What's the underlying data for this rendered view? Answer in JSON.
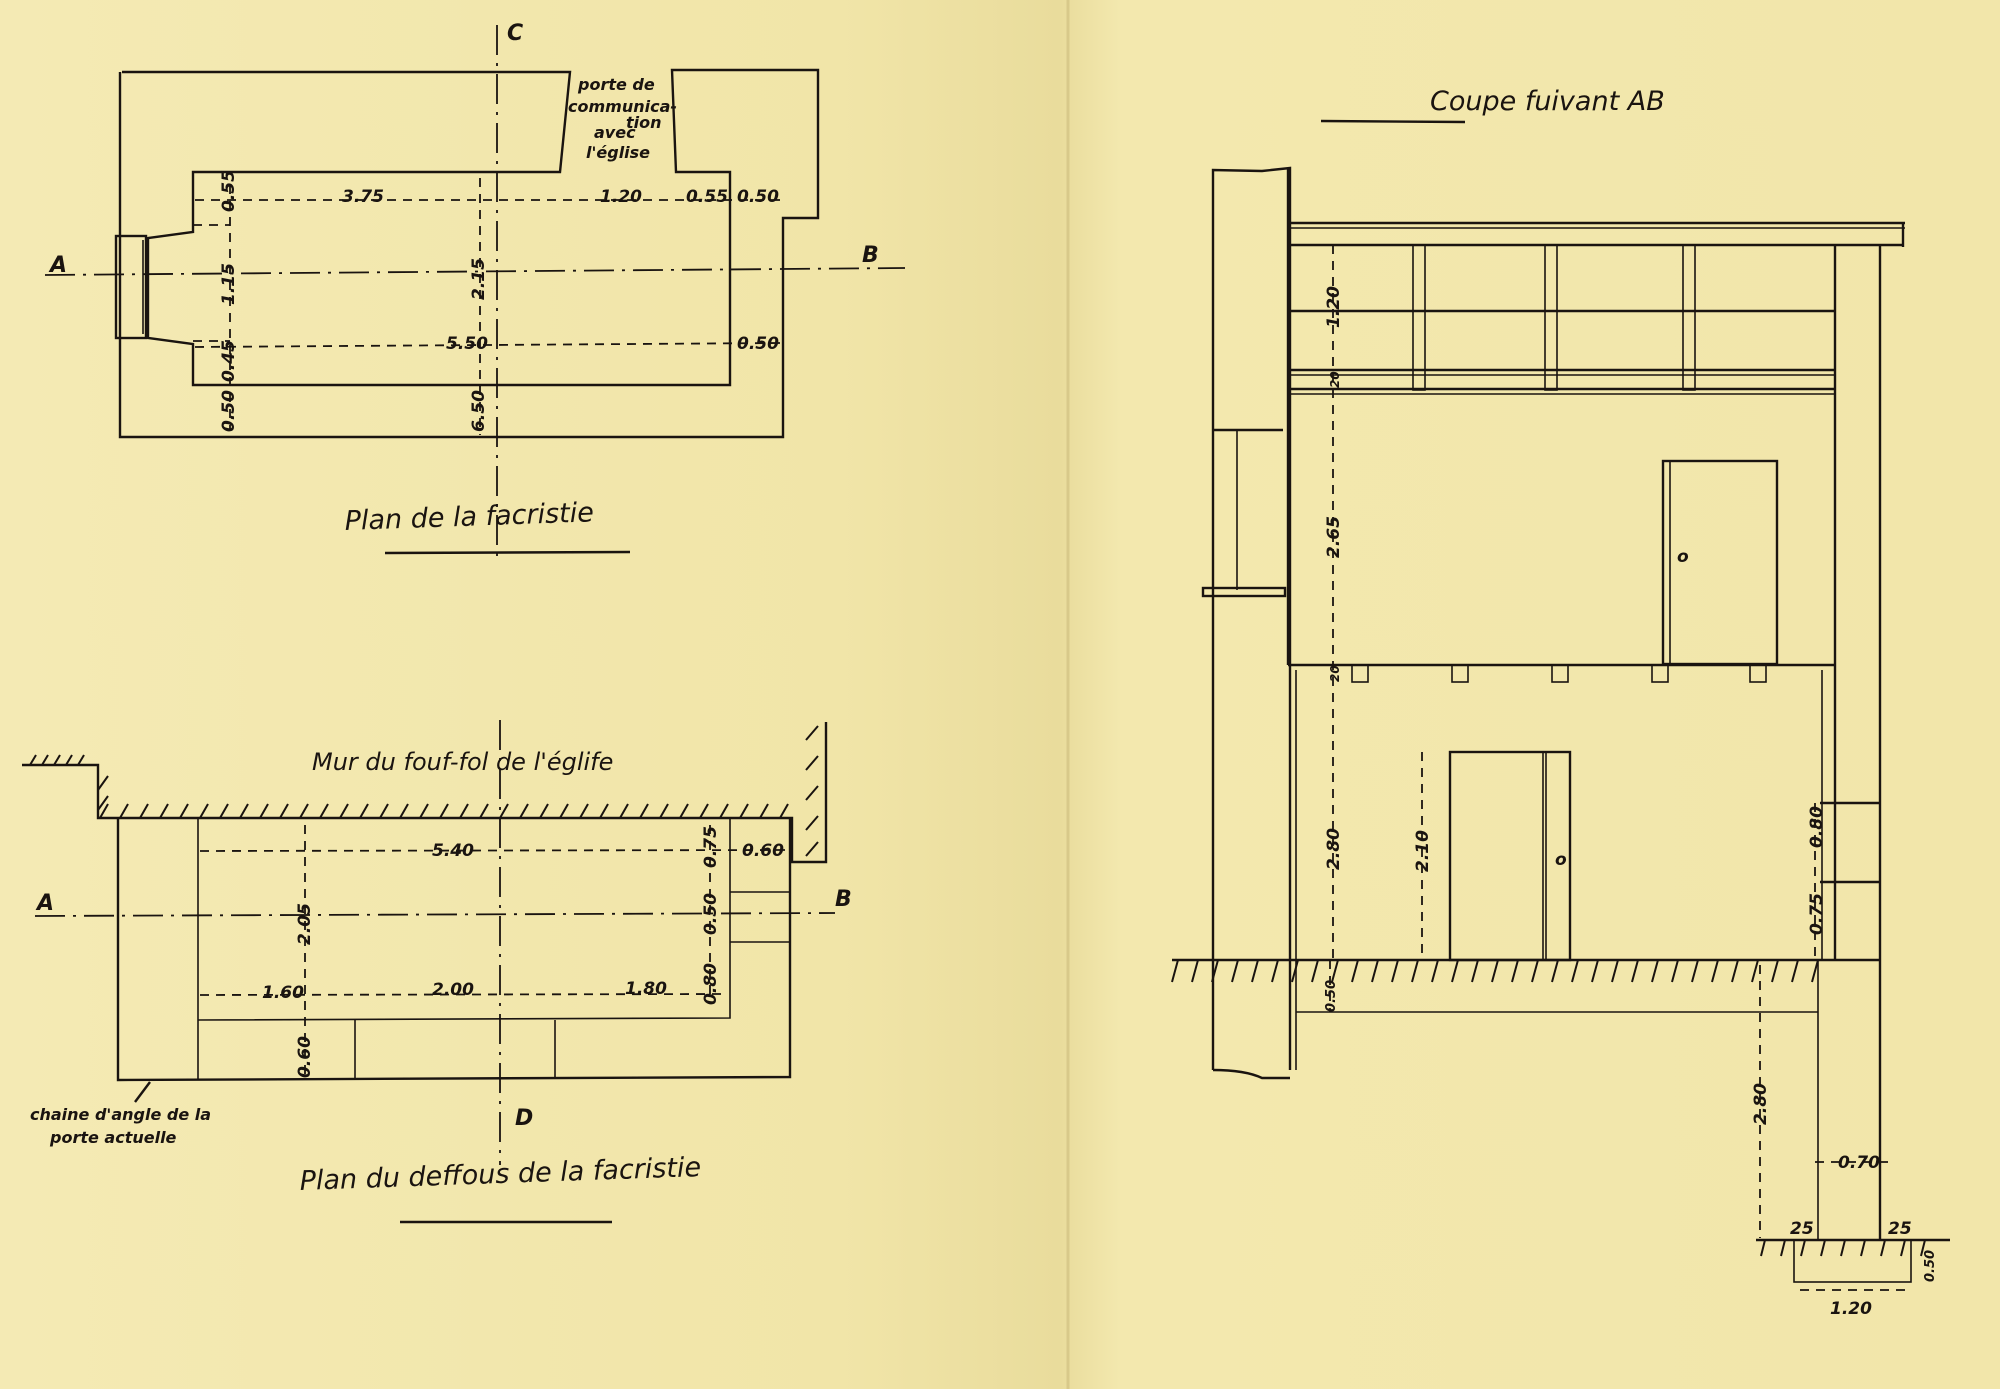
{
  "plan_sacristie": {
    "title": "Plan de la facristie",
    "section_labels": {
      "a": "A",
      "b": "B",
      "c": "C"
    },
    "note": [
      "porte de",
      "communica-",
      "tion",
      "avec",
      "l'église"
    ],
    "dims": [
      "3.75",
      "1.20",
      "0.55",
      "0.50",
      "5.50",
      "0.50",
      "0.55",
      "1.15",
      "0.45",
      "0.50",
      "2.15",
      "6.50"
    ]
  },
  "plan_dessous": {
    "title": "Plan du deffous de la facristie",
    "wall_label": "Mur du fouf-fol de l'églife",
    "section_labels": {
      "a": "A",
      "b": "B",
      "d": "D"
    },
    "corner_note": [
      "chaine d'angle de la",
      "porte actuelle"
    ],
    "dims": [
      "5.40",
      "0.60",
      "0.75",
      "2.05",
      "0.50",
      "0.80",
      "1.60",
      "2.00",
      "1.80",
      "0.60"
    ]
  },
  "coupe": {
    "title": "Coupe fuivant AB",
    "dims": [
      "1.20",
      "20",
      "2.65",
      "20",
      "2.80",
      "2.10",
      "0.80",
      "0.75",
      "0.50",
      "2.80",
      "0.70",
      "25",
      "25",
      "0.50",
      "1.20"
    ],
    "door_mark": "o",
    "door2_mark": "o"
  }
}
